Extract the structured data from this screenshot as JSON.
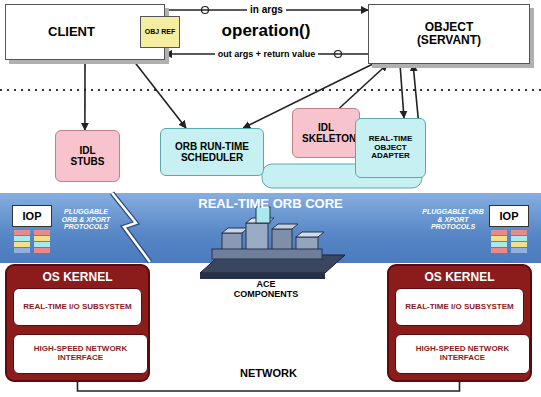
{
  "diagram": {
    "nodes": [
      {
        "text": [
          "CLIENT"
        ]
      },
      {
        "text": [
          "OBJ REF"
        ],
        "in": 0
      },
      {
        "text": [
          "OBJECT (SERVANT)"
        ]
      },
      {
        "text": [
          "IDL STUBS"
        ]
      },
      {
        "text": [
          "ORB RUN-TIME SCHEDULER"
        ]
      },
      {
        "text": [
          "IDL SKELETON"
        ]
      },
      {
        "text": [
          "REAL-TIME OBJECT ADAPTER"
        ]
      },
      {
        "text": [
          "REAL-TIME ORB CORE"
        ]
      },
      {
        "text": [
          "IOP"
        ],
        "in": 7
      },
      {
        "text": [
          "IOP"
        ],
        "in": 7
      },
      {
        "text": [
          "OS KERNEL"
        ]
      },
      {
        "text": [
          "REAL-TIME I/O SUBSYSTEM"
        ],
        "in": 10
      },
      {
        "text": [
          "HIGH-SPEED NETWORK INTERFACE"
        ],
        "in": 10
      },
      {
        "text": [
          "OS KERNEL"
        ]
      },
      {
        "text": [
          "REAL-TIME I/O SUBSYSTEM"
        ],
        "in": 13
      },
      {
        "text": [
          "HIGH-SPEED NETWORK INTERFACE"
        ],
        "in": 13
      }
    ],
    "edges": [
      {
        "from": 0,
        "to": 2,
        "label": "in args",
        "arrow": "to"
      },
      {
        "from": 2,
        "to": 0,
        "label": "out args + return value",
        "arrow": "to"
      },
      {
        "from": 0,
        "to": 3,
        "arrow": "to"
      },
      {
        "from": 0,
        "to": 4,
        "arrow": "to"
      },
      {
        "from": 2,
        "to": 4,
        "arrow": "to"
      },
      {
        "from": 5,
        "to": 2,
        "arrow": "to"
      },
      {
        "from": 2,
        "to": 6,
        "arrow": "to"
      },
      {
        "from": 6,
        "to": 2,
        "arrow": "to"
      },
      {
        "from": 10,
        "to": 13,
        "label": "NETWORK",
        "arrow": "none"
      }
    ],
    "labels": [
      "operation()",
      "PLUGGABLE ORB & XPORT PROTOCOLS",
      "PLUGGABLE ORB & XPORT PROTOCOLS",
      "ACE COMPONENTS"
    ]
  }
}
